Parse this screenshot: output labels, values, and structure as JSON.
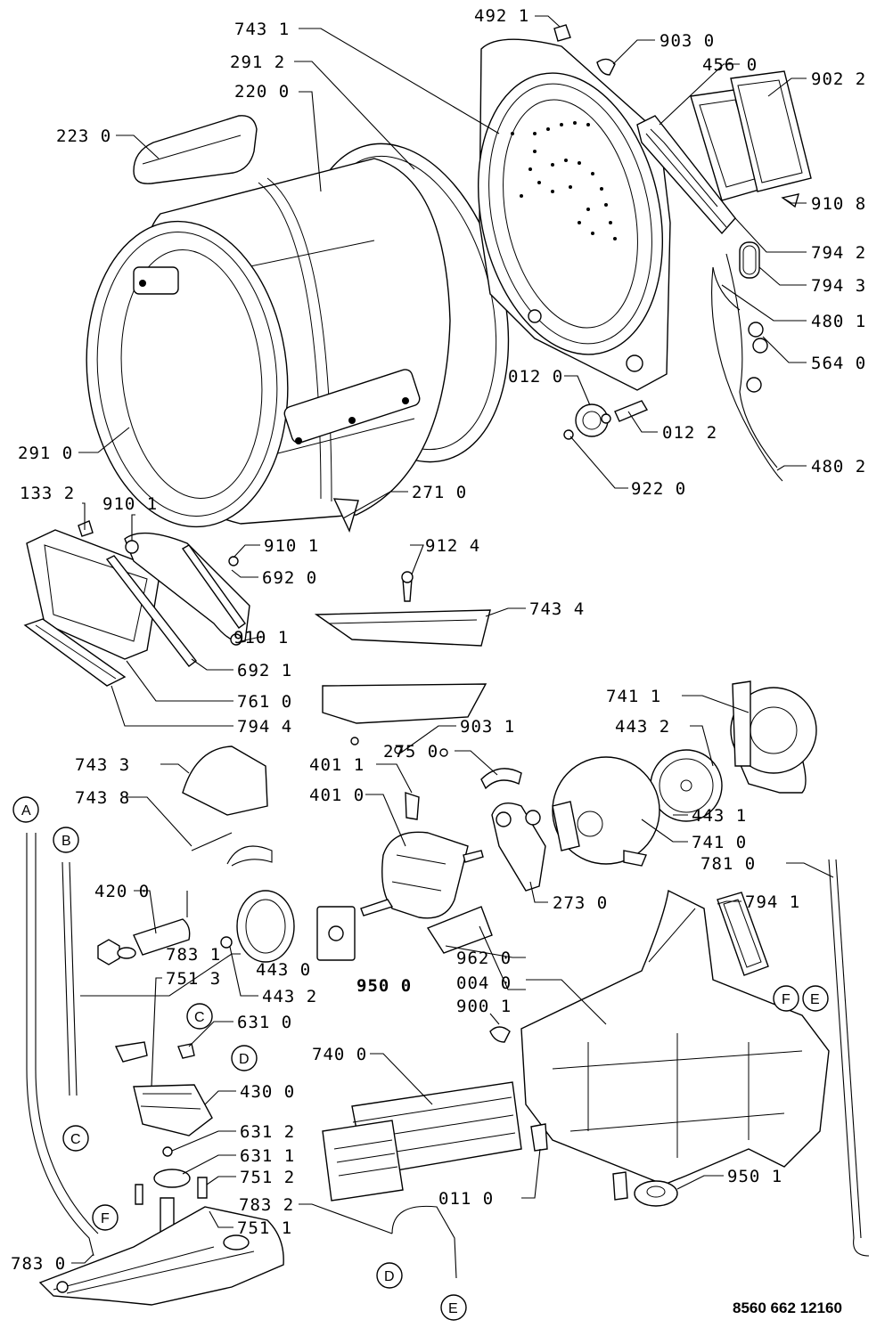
{
  "diagram": {
    "callouts": {
      "c7431": "743 1",
      "c2912": "291 2",
      "c2200": "220 0",
      "c2230": "223 0",
      "c2910": "291 0",
      "c4921": "492 1",
      "c9030": "903 0",
      "c4560": "456 0",
      "c9022": "902 2",
      "c9108": "910 8",
      "c7942": "794 2",
      "c7943": "794 3",
      "c4801": "480 1",
      "c5640": "564 0",
      "c0120": "012 0",
      "c0122": "012 2",
      "c4802": "480 2",
      "c9220": "922 0",
      "c2710": "271 0",
      "c1332": "133 2",
      "c9101a": "910 1",
      "c9101b": "910 1",
      "c6920": "692 0",
      "c9124": "912 4",
      "c7434": "743 4",
      "c9101c": "910 1",
      "c6921": "692 1",
      "c7610": "761 0",
      "c7944": "794 4",
      "c9031": "903 1",
      "c7411": "741 1",
      "c4432a": "443 2",
      "c7433": "743 3",
      "c4011": "401 1",
      "c2750": "275 0",
      "c4010": "401 0",
      "c7438": "743 8",
      "c4431": "443 1",
      "c7410": "741 0",
      "c7810": "781 0",
      "c4200": "420 0",
      "c2730": "273 0",
      "c7941": "794 1",
      "c7831": "783 1",
      "c7513": "751 3",
      "c4430": "443 0",
      "c4432b": "443 2",
      "c9500": "950 0",
      "c9620": "962 0",
      "c0040": "004 0",
      "c9001": "900 1",
      "c6310": "631 0",
      "c4300": "430 0",
      "c7400": "740 0",
      "c6312": "631 2",
      "c6311": "631 1",
      "c7512": "751 2",
      "c0110": "011 0",
      "c9501": "950 1",
      "c7832": "783 2",
      "c7511": "751 1",
      "c7830": "783 0"
    },
    "connectors": {
      "a_top": "A",
      "b_top": "B",
      "c_top": "C",
      "c_left": "C",
      "d_mid": "D",
      "d_bottom": "D",
      "e_bottom": "E",
      "e_right": "E",
      "f_right": "F",
      "f_left": "F"
    },
    "document_code": "8560 662 12160"
  }
}
